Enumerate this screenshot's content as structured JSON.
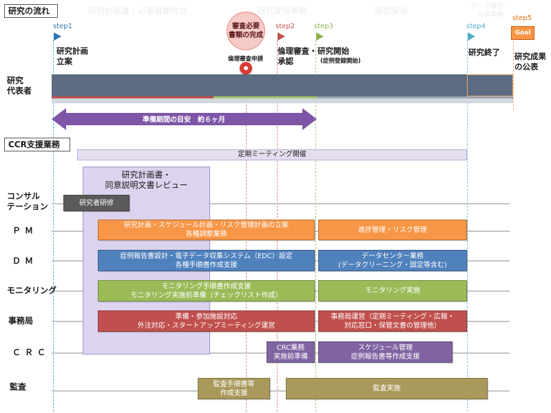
{
  "header": {
    "title": "研究の流れ",
    "ccr_title": "CCR支援業務"
  },
  "steps": {
    "step1": {
      "label": "step1",
      "caption": [
        "研究計画",
        "立案"
      ]
    },
    "review_bubble": [
      "審査必要",
      "書類の完成"
    ],
    "ethics_submission": "倫理審査申請",
    "step2": {
      "label": "step2",
      "caption": [
        "倫理審査・",
        "承認"
      ]
    },
    "step3": {
      "label": "step3",
      "caption": [
        "研究開始"
      ],
      "sub": "(症例登録開始)"
    },
    "step4": {
      "label": "step4",
      "caption": [
        "研究終了"
      ]
    },
    "step5": {
      "label": "step5",
      "goal": "Goal",
      "caption": [
        "研究成果",
        "の公表"
      ]
    }
  },
  "representative": {
    "label": [
      "研究",
      "代表者"
    ],
    "phases": [
      "研究計画書・必要書類作成",
      "研究実施準備",
      "研究実施"
    ],
    "final_phase": [
      "データ解析・",
      "公表準備"
    ]
  },
  "prep_period": "準備期間の目安　約６ヶ月",
  "meeting": "定期ミーティング開催",
  "review": [
    "研究計画書・",
    "同意説明文書レビュー"
  ],
  "rows": {
    "consultation": {
      "label": [
        "コンサル",
        "テーション"
      ],
      "bars": [
        {
          "lines": [
            "研究者研修"
          ]
        }
      ]
    },
    "pm": {
      "label": [
        "ＰＭ"
      ],
      "bars": [
        {
          "lines": [
            "研究計画・スケジュール計画・リスク管理計画の立案",
            "各種調整業務"
          ]
        },
        {
          "lines": [
            "進捗管理・リスク管理"
          ]
        }
      ]
    },
    "dm": {
      "label": [
        "ＤＭ"
      ],
      "bars": [
        {
          "lines": [
            "症例報告書設計・電子データ収集システム（EDC）設定",
            "各種手順書作成支援"
          ]
        },
        {
          "lines": [
            "データセンター業務",
            "(データクリーニング・固定等含む)"
          ]
        }
      ]
    },
    "monitoring": {
      "label": [
        "モニタリング"
      ],
      "bars": [
        {
          "lines": [
            "モニタリング手順書作成支援",
            "モニタリング実施前準備（チェックリスト作成）"
          ]
        },
        {
          "lines": [
            "モニタリング実施"
          ]
        }
      ]
    },
    "office": {
      "label": [
        "事務局"
      ],
      "bars": [
        {
          "lines": [
            "準備・参加施設対応",
            "外注対応・スタートアップミーティング運営"
          ]
        },
        {
          "lines": [
            "事務局運営（定期ミーティング・広報・",
            "対応窓口・保管文書の管理他）"
          ]
        }
      ]
    },
    "crc": {
      "label": [
        "ＣＲＣ"
      ],
      "bars": [
        {
          "lines": [
            "CRC業務",
            "実施前準備"
          ]
        },
        {
          "lines": [
            "スケジュール管理",
            "症例報告書等作成支援"
          ]
        }
      ]
    },
    "audit": {
      "label": [
        "監査"
      ],
      "bars": [
        {
          "lines": [
            "監査手順書等",
            "作成支援"
          ]
        },
        {
          "lines": [
            "監査実施"
          ]
        }
      ]
    }
  },
  "colors": {
    "step1": "#2e75b6",
    "step2": "#c0504d",
    "step3": "#8fb34f",
    "step4": "#4bacc6",
    "step5": "#e36c09",
    "line1": "#5aa6dc",
    "line_review": "#d98a84",
    "line2": "#e08585",
    "line3": "#a5c76a",
    "line4": "#79c8dc",
    "line5": "#f2a66a",
    "representative_bar": "#5b6b81",
    "prep_arrow": "#7f56a7",
    "bubble": "#f6cac5",
    "pin": "#d83a34",
    "goal": "#f79646",
    "review_box": "#dcd3ee",
    "meeting_bar": "#e5deef",
    "consultation": "#5a5a5a",
    "pm": "#f79646",
    "dm": "#4f81bd",
    "monitoring": "#9bbb59",
    "office": "#c0504d",
    "crc": "#8064a2",
    "audit": "#a99a5b"
  }
}
